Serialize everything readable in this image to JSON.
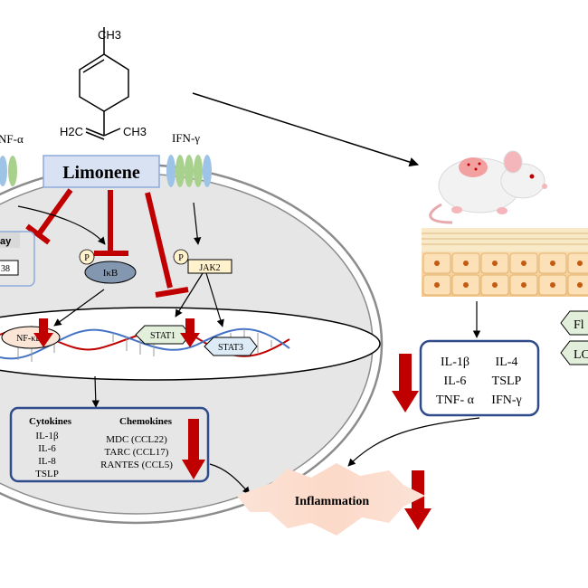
{
  "molecule": {
    "methyl_top": "CH3",
    "h2c": "H2C",
    "ch3_bottom": "CH3"
  },
  "receptors": {
    "left_label": "NF-α",
    "right_label": "IFN-γ"
  },
  "center": {
    "label": "Limonene"
  },
  "pathway": {
    "partial_box_label": "ay",
    "partial_box_sub": "38",
    "phospho_label": "P",
    "ikb_label": "IκB",
    "jak2_label": "JAK2",
    "nfkb_label": "NF-κB",
    "stat1_label": "STAT1",
    "stat3_label": "STAT3"
  },
  "cell_box": {
    "cytokines_title": "Cytokines",
    "cytokines": [
      "IL-1β",
      "IL-6",
      "IL-8",
      "TSLP"
    ],
    "chemokines_title": "Chemokines",
    "chemokines": [
      "MDC (CCL22)",
      "TARC (CCL17)",
      "RANTES (CCL5)"
    ]
  },
  "mouse_box": {
    "left_items": [
      "IL-1β",
      "IL-6",
      "TNF- α"
    ],
    "right_items": [
      "IL-4",
      "TSLP",
      "IFN-γ"
    ]
  },
  "right_partial_labels": [
    "Fl",
    "LC"
  ],
  "outcome": {
    "label": "Inflammation"
  },
  "colors": {
    "inhibit_red": "#c00000",
    "box_blue": "#2f4b8c",
    "limonene_fill": "#d9e2f3",
    "cell_grey": "#e6e6e6",
    "jak_fill": "#fff2cc",
    "stat_fill": "#e2efda"
  },
  "icons": [
    "limonene-molecule-icon",
    "receptor-icon",
    "mouse-icon",
    "skin-tissue-icon",
    "dna-helix-icon",
    "down-arrow-icon",
    "inhibition-icon",
    "burst-icon"
  ]
}
